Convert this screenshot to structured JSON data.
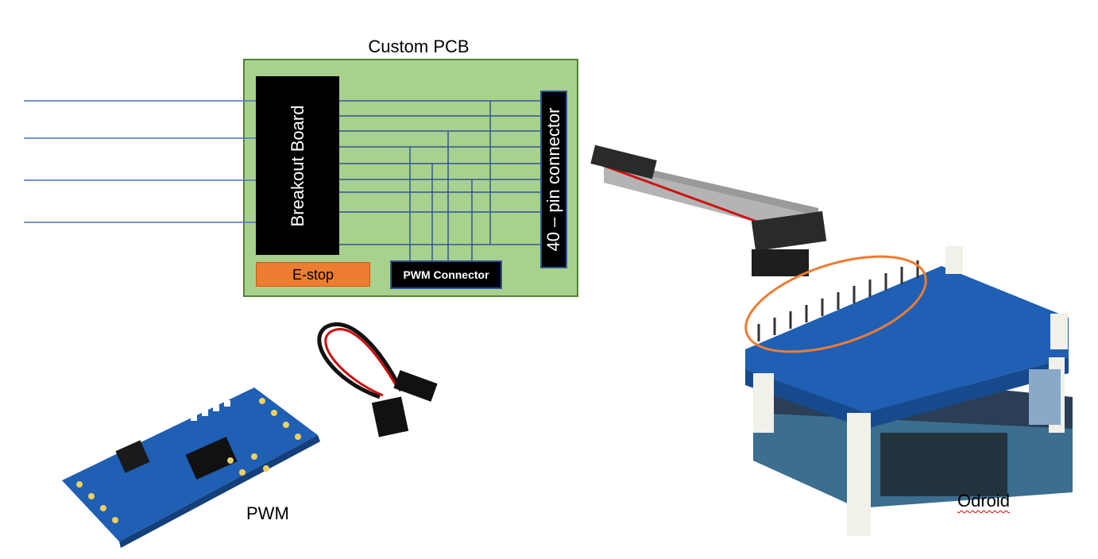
{
  "pcb": {
    "title": "Custom PCB",
    "breakout_label": "Breakout Board",
    "estop_label": "E-stop",
    "pwm_connector_label": "PWM Connector",
    "pin_connector_label": "40 – pin connector"
  },
  "captions": {
    "pwm": "PWM",
    "odroid": "Odroid"
  },
  "colors": {
    "pcb_fill": "#a9d18e",
    "pcb_border": "#548235",
    "wire": "#4472c4",
    "estop": "#ed7d31",
    "highlight_ellipse": "#ed7d31",
    "board_blue": "#1f5fb4"
  }
}
